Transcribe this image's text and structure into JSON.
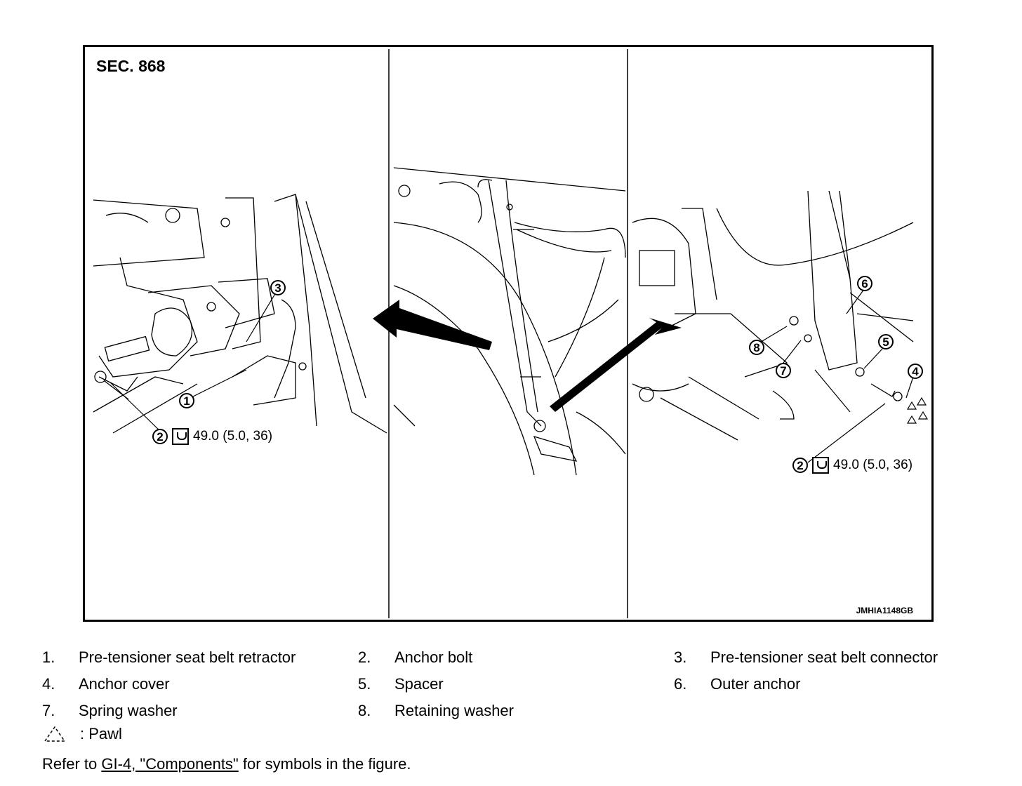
{
  "figure": {
    "section": "SEC. 868",
    "code": "JMHIA1148GB",
    "torque_left": "49.0 (5.0, 36)",
    "torque_right": "49.0 (5.0, 36)",
    "callouts": {
      "c1": "1",
      "c2_left": "2",
      "c2_right": "2",
      "c3": "3",
      "c4": "4",
      "c5": "5",
      "c6": "6",
      "c7": "7",
      "c8": "8"
    }
  },
  "legend": {
    "items": [
      {
        "num": "1.",
        "label": "Pre-tensioner seat belt retractor"
      },
      {
        "num": "2.",
        "label": "Anchor bolt"
      },
      {
        "num": "3.",
        "label": "Pre-tensioner seat belt connector"
      },
      {
        "num": "4.",
        "label": "Anchor cover"
      },
      {
        "num": "5.",
        "label": "Spacer"
      },
      {
        "num": "6.",
        "label": "Outer anchor"
      },
      {
        "num": "7.",
        "label": "Spring washer"
      },
      {
        "num": "8.",
        "label": "Retaining washer"
      }
    ],
    "pawl": ": Pawl"
  },
  "refer": {
    "prefix": "Refer to ",
    "link": "GI-4, \"Components\"",
    "suffix": " for symbols in the figure."
  }
}
